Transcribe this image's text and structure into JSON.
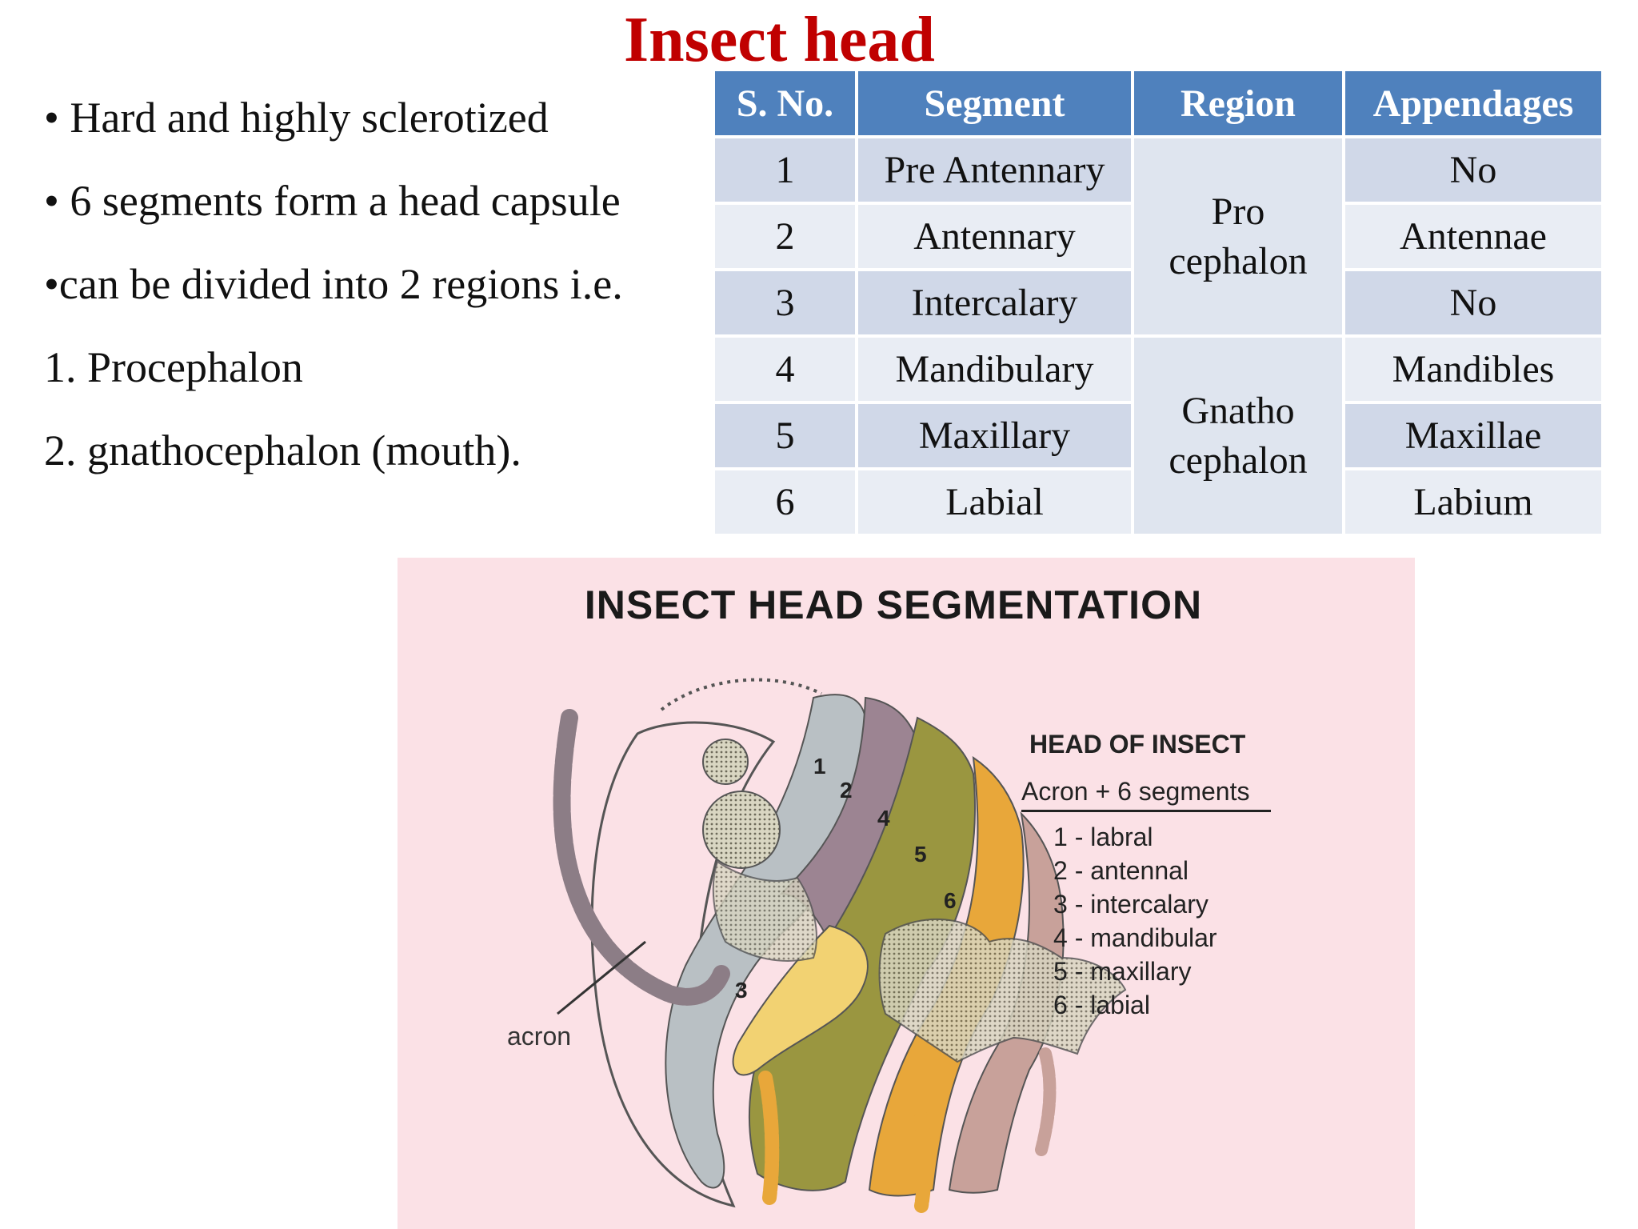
{
  "slide": {
    "title": "Insect head",
    "bullets": [
      "• Hard and highly sclerotized",
      "• 6 segments form a head capsule",
      "•can be divided into 2 regions i.e.",
      "1. Procephalon",
      "2. gnathocephalon (mouth)."
    ]
  },
  "table": {
    "headers": [
      "S. No.",
      "Segment",
      "Region",
      "Appendages"
    ],
    "rows": [
      {
        "no": "1",
        "segment": "Pre Antennary",
        "appendage": "No"
      },
      {
        "no": "2",
        "segment": "Antennary",
        "appendage": "Antennae"
      },
      {
        "no": "3",
        "segment": "Intercalary",
        "appendage": "No"
      },
      {
        "no": "4",
        "segment": "Mandibulary",
        "appendage": "Mandibles"
      },
      {
        "no": "5",
        "segment": "Maxillary",
        "appendage": "Maxillae"
      },
      {
        "no": "6",
        "segment": "Labial",
        "appendage": "Labium"
      }
    ],
    "regions": [
      {
        "line1": "Pro",
        "line2": "cephalon"
      },
      {
        "line1": "Gnatho",
        "line2": "cephalon"
      }
    ]
  },
  "diagram": {
    "title": "INSECT HEAD SEGMENTATION",
    "legend_heading": "HEAD OF INSECT",
    "legend_subheading": "Acron + 6 segments",
    "legend_items": [
      "1 - labral",
      "2 - antennal",
      "3 - intercalary",
      "4 - mandibular",
      "5 - maxillary",
      "6 - labial"
    ],
    "acron_label": "acron",
    "segment_numbers": [
      "1",
      "2",
      "3",
      "4",
      "5",
      "6"
    ],
    "colors": {
      "background": "#fbe1e6",
      "acron": "#b7bcbc",
      "segment_1": "#b9c0c4",
      "segment_2": "#9c8492",
      "segment_3": "#f2d272",
      "segment_4": "#9a9640",
      "segment_5": "#e8a73a",
      "segment_6": "#c8a19a"
    }
  }
}
